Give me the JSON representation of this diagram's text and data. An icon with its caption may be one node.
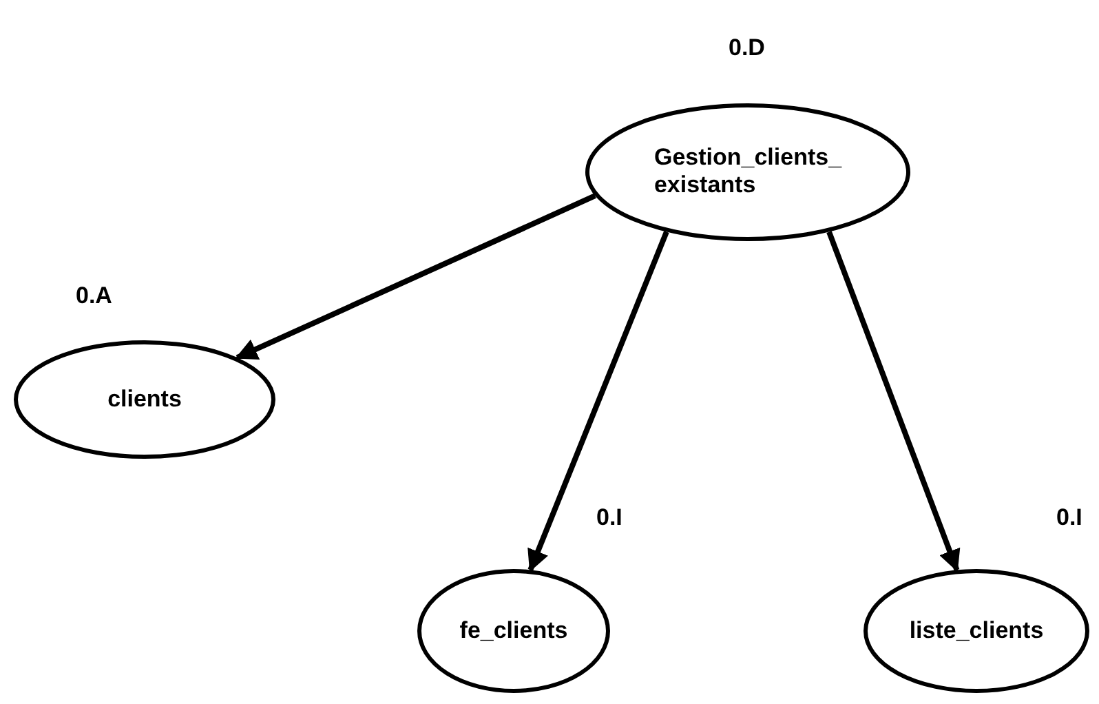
{
  "diagram": {
    "nodes": [
      {
        "text": [
          "Gestion_clients_ existants"
        ],
        "beside": [
          "0.D"
        ]
      },
      {
        "text": [
          "clients"
        ],
        "beside": [
          "0.A"
        ]
      },
      {
        "text": [
          "fe_clients"
        ],
        "beside": [
          "0.I"
        ]
      },
      {
        "text": [
          "liste_clients"
        ],
        "beside": [
          "0.I"
        ]
      }
    ],
    "edges": [
      {
        "from": 0,
        "to": 1,
        "arrow": "to"
      },
      {
        "from": 0,
        "to": 2,
        "arrow": "to"
      },
      {
        "from": 0,
        "to": 3,
        "arrow": "to"
      }
    ]
  }
}
